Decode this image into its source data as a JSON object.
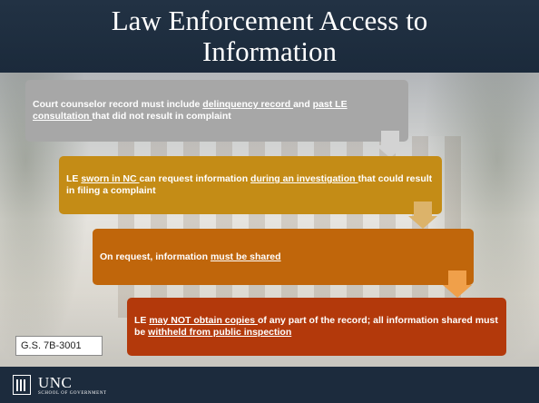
{
  "slide": {
    "title": "Law Enforcement Access to Information"
  },
  "steps": [
    {
      "parts": [
        {
          "t": "Court counselor record must include ",
          "u": false
        },
        {
          "t": "delinquency record ",
          "u": true
        },
        {
          "t": "and ",
          "u": false
        },
        {
          "t": "past LE consultation ",
          "u": true
        },
        {
          "t": "that did not result in complaint",
          "u": false
        }
      ],
      "color": "#a7a7a7"
    },
    {
      "parts": [
        {
          "t": "LE ",
          "u": false
        },
        {
          "t": "sworn in NC ",
          "u": true
        },
        {
          "t": "can request information ",
          "u": false
        },
        {
          "t": "during an investigation ",
          "u": true
        },
        {
          "t": "that could result in filing a complaint",
          "u": false
        }
      ],
      "color": "#c48c16"
    },
    {
      "parts": [
        {
          "t": "On request, information ",
          "u": false
        },
        {
          "t": "must be shared",
          "u": true
        }
      ],
      "color": "#c0660b"
    },
    {
      "parts": [
        {
          "t": "LE ",
          "u": false
        },
        {
          "t": "may NOT obtain copies ",
          "u": true
        },
        {
          "t": "of any part of the record; all information shared must be ",
          "u": false
        },
        {
          "t": "withheld from public inspection",
          "u": true
        }
      ],
      "color": "#b3390b"
    }
  ],
  "citation": "G.S. 7B-3001",
  "footer": {
    "logo_main": "UNC",
    "logo_sub": "SCHOOL OF GOVERNMENT"
  }
}
